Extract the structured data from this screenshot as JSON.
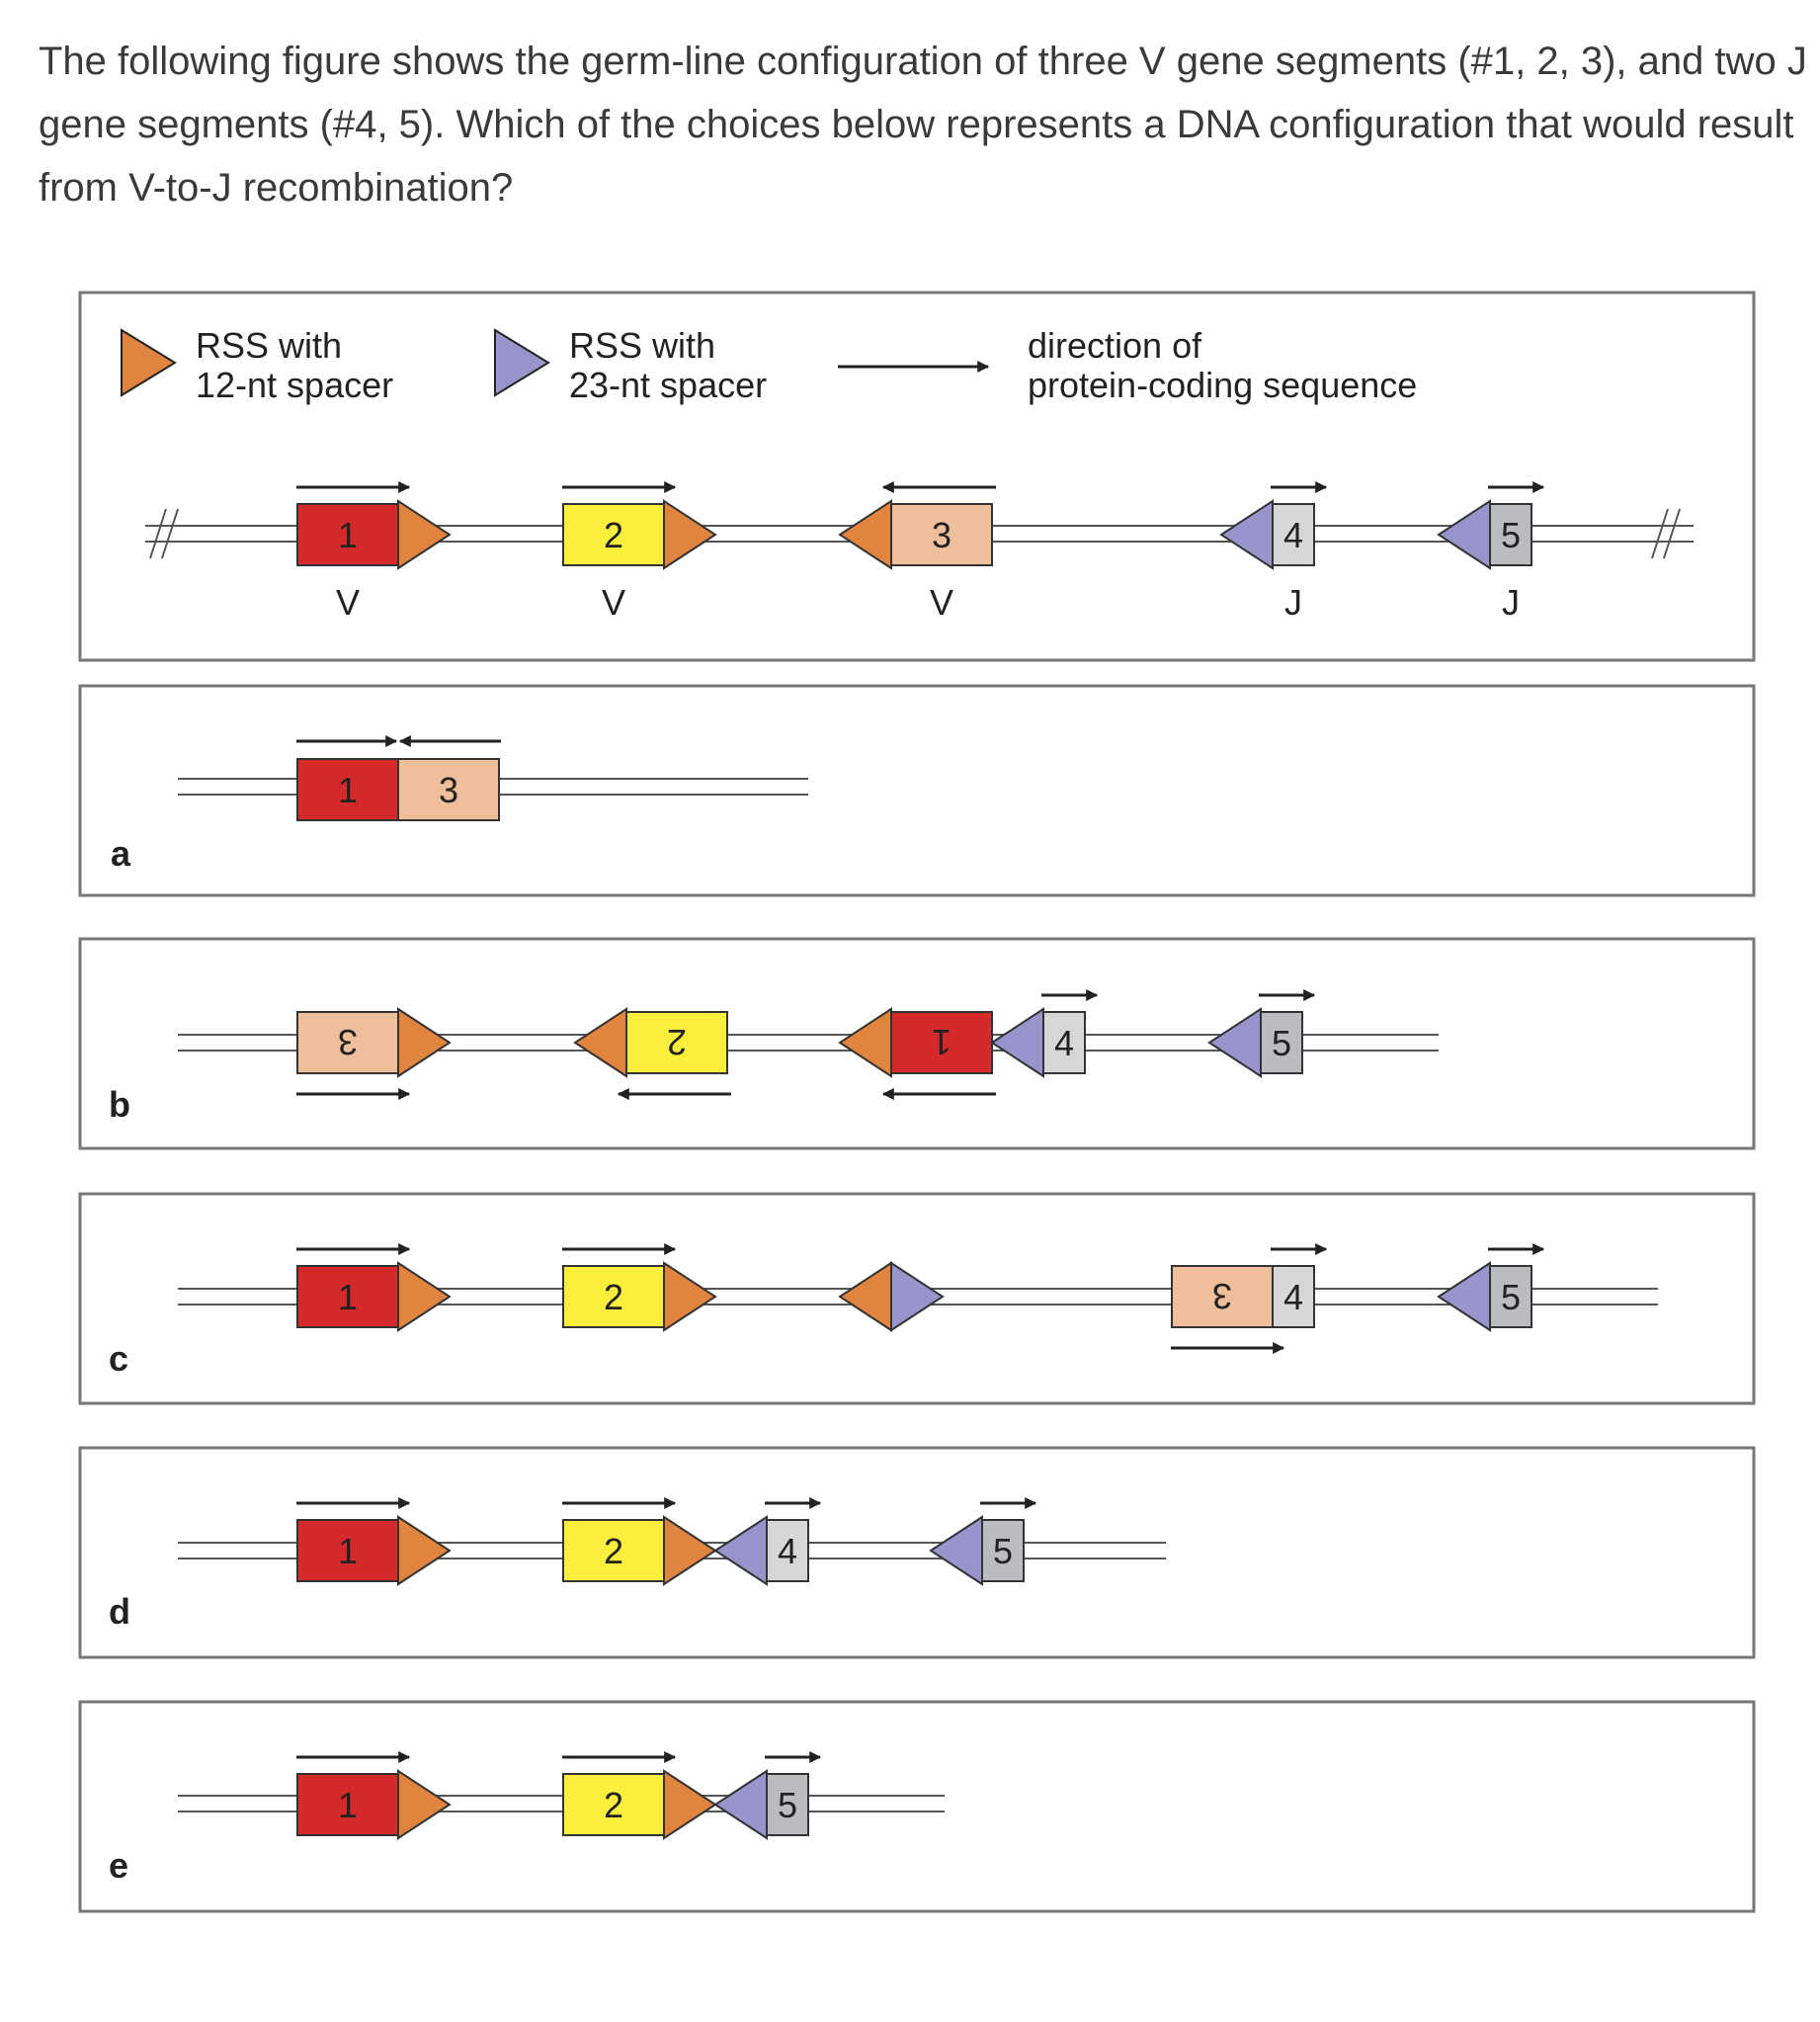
{
  "question": "The following figure shows the germ-line configuration of three V gene segments (#1, 2, 3), and two J gene segments (#4, 5). Which of the choices below represents a DNA configuration that would result from V-to-J recombination?",
  "legend": {
    "rss12": [
      "RSS with",
      "12-nt spacer"
    ],
    "rss23": [
      "RSS with",
      "23-nt spacer"
    ],
    "direction": [
      "direction of",
      "protein-coding sequence"
    ]
  },
  "colors": {
    "seg1": "#d42a2b",
    "seg2": "#fbee3d",
    "seg3": "#eebf9a",
    "seg4": "#d7d7d9",
    "seg5": "#bbbcbf",
    "rss12": "#e0843f",
    "rss23": "#9795cc"
  },
  "segment_labels": {
    "V": "V",
    "J": "J"
  },
  "panels": {
    "a": "a",
    "b": "b",
    "c": "c",
    "d": "d",
    "e": "e"
  }
}
